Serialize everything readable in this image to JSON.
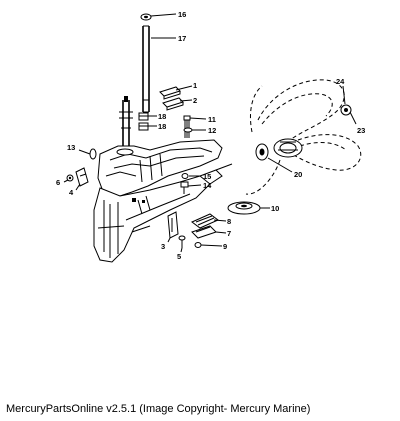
{
  "callouts": {
    "c1": "1",
    "c2": "2",
    "c3": "3",
    "c4": "4",
    "c5": "5",
    "c6": "6",
    "c7": "7",
    "c8": "8",
    "c9": "9",
    "c10": "10",
    "c11": "11",
    "c12": "12",
    "c13": "13",
    "c14": "14",
    "c15": "15",
    "c16": "16",
    "c17": "17",
    "c18a": "18",
    "c18b": "18",
    "c20": "20",
    "c23": "23",
    "c24": "24"
  },
  "caption": "MercuryPartsOnline v2.5.1 (Image Copyright- Mercury Marine)"
}
